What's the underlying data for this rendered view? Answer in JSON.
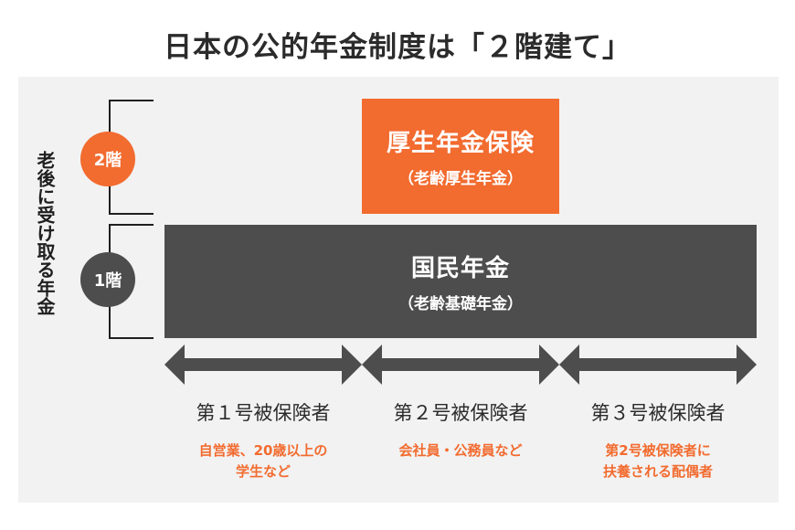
{
  "title": "日本の公的年金制度は「２階建て」",
  "side_label": "老後に受け取る年金",
  "colors": {
    "orange": "#f26b2f",
    "dark": "#4d4d4d",
    "panel": "#f2f2f2",
    "title": "#2b2b2b"
  },
  "tiers": [
    {
      "badge": "2階",
      "name": "厚生年金保険",
      "sub": "（老齢厚生年金）"
    },
    {
      "badge": "1階",
      "name": "国民年金",
      "sub": "（老齢基礎年金）"
    }
  ],
  "insured": [
    {
      "name": "第１号被保険者",
      "desc_line1": "自営業、20歳以上の",
      "desc_line2": "学生など"
    },
    {
      "name": "第２号被保険者",
      "desc_line1": "会社員・公務員など",
      "desc_line2": ""
    },
    {
      "name": "第３号被保険者",
      "desc_line1": "第2号被保険者に",
      "desc_line2": "扶養される配偶者"
    }
  ],
  "icons": {
    "tier_bracket": "bracket-icon",
    "range_arrow": "double-arrow-icon"
  }
}
